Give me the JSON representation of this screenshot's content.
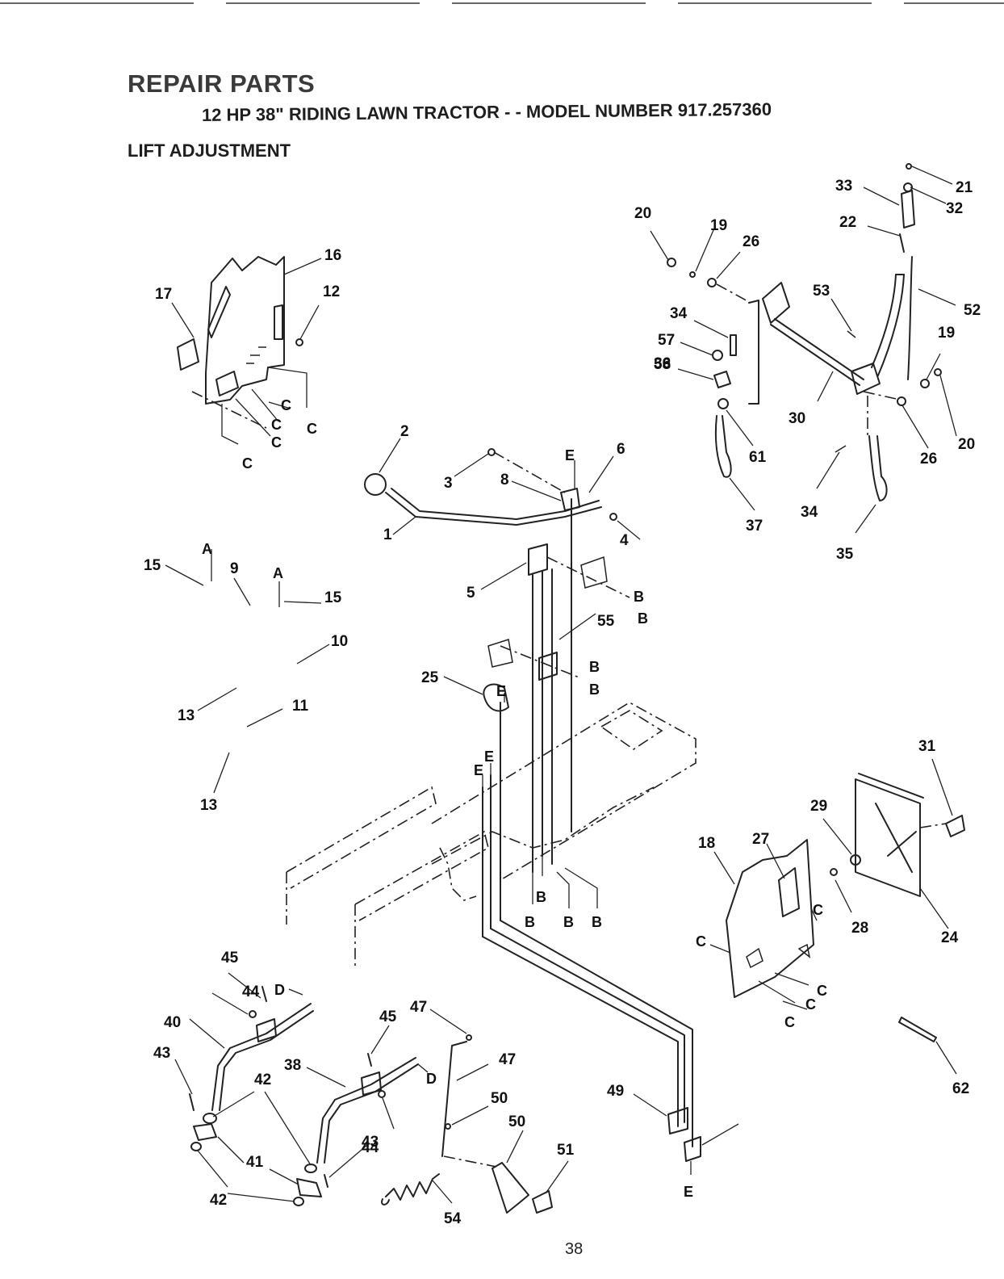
{
  "header": {
    "title": "REPAIR PARTS",
    "subtitle": "12 HP 38\" RIDING LAWN TRACTOR - - MODEL NUMBER 917.257360",
    "section": "LIFT ADJUSTMENT"
  },
  "footer": {
    "page_number": "38"
  },
  "callouts": [
    {
      "n": "1"
    },
    {
      "n": "2"
    },
    {
      "n": "3"
    },
    {
      "n": "4"
    },
    {
      "n": "5"
    },
    {
      "n": "6"
    },
    {
      "n": "8"
    },
    {
      "n": "9"
    },
    {
      "n": "10"
    },
    {
      "n": "11"
    },
    {
      "n": "12"
    },
    {
      "n": "13"
    },
    {
      "n": "13"
    },
    {
      "n": "15"
    },
    {
      "n": "15"
    },
    {
      "n": "16"
    },
    {
      "n": "17"
    },
    {
      "n": "18"
    },
    {
      "n": "19"
    },
    {
      "n": "19"
    },
    {
      "n": "20"
    },
    {
      "n": "20"
    },
    {
      "n": "21"
    },
    {
      "n": "22"
    },
    {
      "n": "24"
    },
    {
      "n": "25"
    },
    {
      "n": "26"
    },
    {
      "n": "26"
    },
    {
      "n": "27"
    },
    {
      "n": "28"
    },
    {
      "n": "29"
    },
    {
      "n": "30"
    },
    {
      "n": "31"
    },
    {
      "n": "32"
    },
    {
      "n": "33"
    },
    {
      "n": "34"
    },
    {
      "n": "34"
    },
    {
      "n": "35"
    },
    {
      "n": "36"
    },
    {
      "n": "37"
    },
    {
      "n": "38"
    },
    {
      "n": "40"
    },
    {
      "n": "41"
    },
    {
      "n": "42"
    },
    {
      "n": "42"
    },
    {
      "n": "43"
    },
    {
      "n": "43"
    },
    {
      "n": "44"
    },
    {
      "n": "44"
    },
    {
      "n": "45"
    },
    {
      "n": "45"
    },
    {
      "n": "47"
    },
    {
      "n": "47"
    },
    {
      "n": "49"
    },
    {
      "n": "50"
    },
    {
      "n": "50"
    },
    {
      "n": "51"
    },
    {
      "n": "52"
    },
    {
      "n": "53"
    },
    {
      "n": "54"
    },
    {
      "n": "55"
    },
    {
      "n": "57"
    },
    {
      "n": "58"
    },
    {
      "n": "61"
    },
    {
      "n": "62"
    }
  ],
  "refs": [
    {
      "t": "A"
    },
    {
      "t": "A"
    },
    {
      "t": "B"
    },
    {
      "t": "B"
    },
    {
      "t": "B"
    },
    {
      "t": "B"
    },
    {
      "t": "B"
    },
    {
      "t": "B"
    },
    {
      "t": "B"
    },
    {
      "t": "B"
    },
    {
      "t": "C"
    },
    {
      "t": "C"
    },
    {
      "t": "C"
    },
    {
      "t": "C"
    },
    {
      "t": "C"
    },
    {
      "t": "C"
    },
    {
      "t": "C"
    },
    {
      "t": "C"
    },
    {
      "t": "C"
    },
    {
      "t": "C"
    },
    {
      "t": "D"
    },
    {
      "t": "D"
    },
    {
      "t": "E"
    },
    {
      "t": "E"
    },
    {
      "t": "E"
    },
    {
      "t": "E"
    },
    {
      "t": "E"
    }
  ]
}
